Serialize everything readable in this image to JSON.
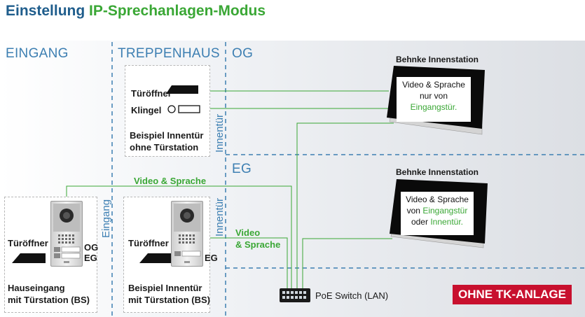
{
  "title": {
    "main": "Einstellung ",
    "accent": "IP-Sprechanlagen-Modus"
  },
  "zones": {
    "eingang": "EINGANG",
    "treppenhaus": "TREPPENHAUS",
    "og": "OG",
    "eg": "EG"
  },
  "vertical_labels": {
    "eingang": "Eingang",
    "innentuer_top": "Innentür",
    "innentuer_bottom": "Innentür"
  },
  "box_treppenhaus": {
    "tueroeffner": "Türöffner",
    "klingel": "Klingel",
    "caption_line1": "Beispiel Innentür",
    "caption_line2": "ohne Türstation"
  },
  "box_hauseingang": {
    "tueroeffner": "Türöffner",
    "og": "OG",
    "eg": "EG",
    "caption_line1": "Hauseingang",
    "caption_line2": "mit Türstation (BS)"
  },
  "box_innentuer": {
    "tueroeffner": "Türöffner",
    "eg": "EG",
    "caption_line1": "Beispiel Innentür",
    "caption_line2": "mit Türstation (BS)"
  },
  "station_top": {
    "label": "Behnke Innenstation",
    "line1": "Video & Sprache",
    "line2": "nur von",
    "line3": "Eingangstür."
  },
  "station_bottom": {
    "label": "Behnke Innenstation",
    "line1": "Video & Sprache",
    "line2_pre": "von ",
    "line2_accent": "Eingangstür",
    "line3_pre": "oder ",
    "line3_accent": "Innentür."
  },
  "wire_labels": {
    "video_sprache_top": "Video & Sprache",
    "video_line1": "Video",
    "video_line2": "& Sprache"
  },
  "switch_label": "PoE Switch (LAN)",
  "badge": "OHNE TK-ANLAGE",
  "colors": {
    "title_blue": "#1f5d8c",
    "green": "#3aa735",
    "zone_blue": "#3d7fb2",
    "badge_red": "#c8102e",
    "wire_pink": "#d81b7f"
  }
}
